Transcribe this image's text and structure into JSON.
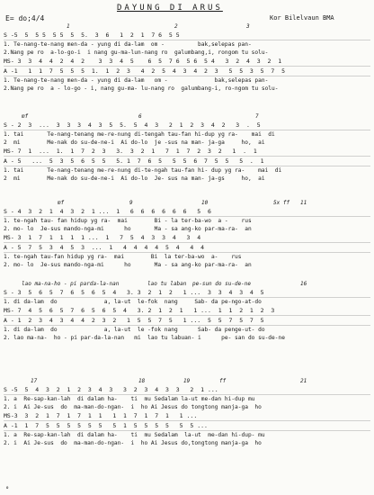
{
  "header": {
    "title": "DAYUNG DI ARUS",
    "key": "E= do;4/4",
    "credit": "Kor Bilelvaun BMA"
  },
  "systems": [
    {
      "marks": [
        "1",
        "2",
        "3"
      ],
      "rows": [
        {
          "kind": "note",
          "text": "S -5  5  5 5  5 5  5  5.  3  6   1  2  1  7 6  5 5           "
        },
        {
          "kind": "lyr",
          "text": "1. Te-nang-te-nang men-da - yung di da-lam  om -          bak,selepas pan-"
        },
        {
          "kind": "lyr",
          "text": "2.Nang pe ro  a-lo-go-i  i nang gu-ma-lun-nang ro  galumbang,i, rongom tu solu-"
        },
        {
          "kind": "note",
          "text": "MS- 3  3  4  4  2  4  2    3  3  4  5    6  5  7 6  5 6  5 4   3  2  4  3  2  1"
        },
        {
          "kind": "note",
          "text": "A -1   1  1  7  5  5  5  1.  1  2  3   4  2  5  4  3  4  2  3   5  5  3  5  7  5"
        },
        {
          "kind": "lyr",
          "text": "1. Te-nang-te-nang men-da - yung di da-lam   om -              bak,selepas pan-"
        },
        {
          "kind": "lyr",
          "text": "2.Nang pe ro  a - lo-go - i, nang gu-ma- lu-nang ro  galumbang-i, ro-ngom tu solu-"
        }
      ]
    },
    {
      "marks": [
        "mf",
        "6",
        "7"
      ],
      "rows": [
        {
          "kind": "note",
          "text": "S - 2  3  ...  3  3  3  4  3  5  5.  5  4  3   2  1  2  3  4  2   3  .  5"
        },
        {
          "kind": "lyr",
          "text": "1. tai       Te-nang-tenang me-re-nung di-tengah tau-fan hi-dup yg ra-    mai  di"
        },
        {
          "kind": "lyr",
          "text": "2  mi        Me-nak do su-de-ne-i  Ai do-lo  je -sus na man- ja-ga     ho,  ai"
        },
        {
          "kind": "note",
          "text": "MS- 7  1  ...  1.  1  7  2  3   3.  3  2  1   7  1  7  2  3  2   1  .  1"
        },
        {
          "kind": "note",
          "text": "A - 5   ...  5  3  5  6  5  5   5. 1  7  6  5   5  5  6  7  5  5   5  .  1"
        },
        {
          "kind": "lyr",
          "text": "1. tai       Te-nang-tenang me-re-nung di-te-ngah tau-fan hi- dup yg ra-    mai  di"
        },
        {
          "kind": "lyr",
          "text": "2  mi        Me-nak do su-de-ne-i  Ai do-lo  Je- sus na man- ja-gs     ho,  ai"
        }
      ]
    },
    {
      "marks": [
        "mf",
        "9",
        "10",
        "5x ff",
        "11"
      ],
      "rows": [
        {
          "kind": "note",
          "text": "S - 4  3  2  1  4  3  2  1 ...  1   6  6  6  6  6  6   5  6"
        },
        {
          "kind": "lyr",
          "text": "1. te-ngah tau- fan hidup yg ra-  mai        Bi - la ter-ba-wo  a -    rus"
        },
        {
          "kind": "lyr",
          "text": "2. mo- lo  Je-sus mando-nga-mi      ho       Ma - sa ang-ko par-ma-ra-  an"
        },
        {
          "kind": "note",
          "text": "MS- 3  1  7  1  1  1  1 ...  1   7  5  4  3  3  4   3  4"
        },
        {
          "kind": "note",
          "text": "A - 5  7  5  3  4  5  3  ...  1   4  4  4  4  5  4   4  4"
        },
        {
          "kind": "lyr",
          "text": "1. te-ngah tau-fan hidup yg ra-  mai        Bi  la ter-ba-wo  a-    rus"
        },
        {
          "kind": "lyr",
          "text": "2. mo- lo  Je-sus mando-nga-mi      ho       Ma - sa ang-ko par-ma-ra-  an"
        }
      ]
    },
    {
      "marks": [
        "lao ma-na-ho - pi parda-la-nan",
        "lao tu laban",
        "pe-sun do su-de-ne",
        "16"
      ],
      "rows": [
        {
          "kind": "note",
          "text": "S - 3  5  6  5  7  6  5  6  5  4   3. 3  2  1  2   1 ...  3  3  4  3  4  5"
        },
        {
          "kind": "lyr",
          "text": "1. di da-lam  do              a, la-ut  le-fok  nang     Sab- da pe-ngo-at-do"
        },
        {
          "kind": "note",
          "text": "MS- 7  4  5  6  5  7  6  5  6  5  4   3. 2  1  2  1   1 ...  1  1  2  1  2  3"
        },
        {
          "kind": "note",
          "text": "A - 1  2  3  4  3  4  4  2  3  2   1  5  5  7  5   1 ...  5  5  7  5  7  5"
        },
        {
          "kind": "lyr",
          "text": "1. di da-lam  do              a, la-ut  le -fok nang      Sab- da penge-ut- do"
        },
        {
          "kind": "lyr",
          "text": "2. lao ma-na-  ho - pi par-da-la-nan   mi  lao tu labuan- i      pe- san do su-de-ne"
        }
      ]
    },
    {
      "marks": [
        "17",
        "18",
        "19",
        "ff",
        "21"
      ],
      "rows": [
        {
          "kind": "note",
          "text": "S -5  5  4  3  2  1  2  3  4  3   3  2  3  4  3  3   2  1 ..."
        },
        {
          "kind": "lyr",
          "text": "1. a  Re-sap-kan-lah  di dalam ha-    ti  mu Sedalam la-ut me-dan hi-dup mu"
        },
        {
          "kind": "lyr",
          "text": "2. i  Ai Je-sus  do  ma-man-do-ngan-  i  ho Ai Jesus do tongtong manja-ga  ho"
        },
        {
          "kind": "note",
          "text": "MS-3  3  2  1  7  1  7  1  1   1  1  7  1  7  1   1 ..."
        },
        {
          "kind": "note",
          "text": "A -1  1  7  5  5  5  5  5  5   5  1  5  5  5  5   5  5 ..."
        },
        {
          "kind": "lyr",
          "text": "1. a  Re-sap-kan-lah  di dalam ha-    ti  mu Sedalam  la-ut  me-dan hi-dup- mu"
        },
        {
          "kind": "lyr",
          "text": "2. i  Ai Je-sus  do  ma-man-do-ngan-  i  ho Ai Jesus do,tongtong manja-ga  ho"
        }
      ]
    }
  ]
}
